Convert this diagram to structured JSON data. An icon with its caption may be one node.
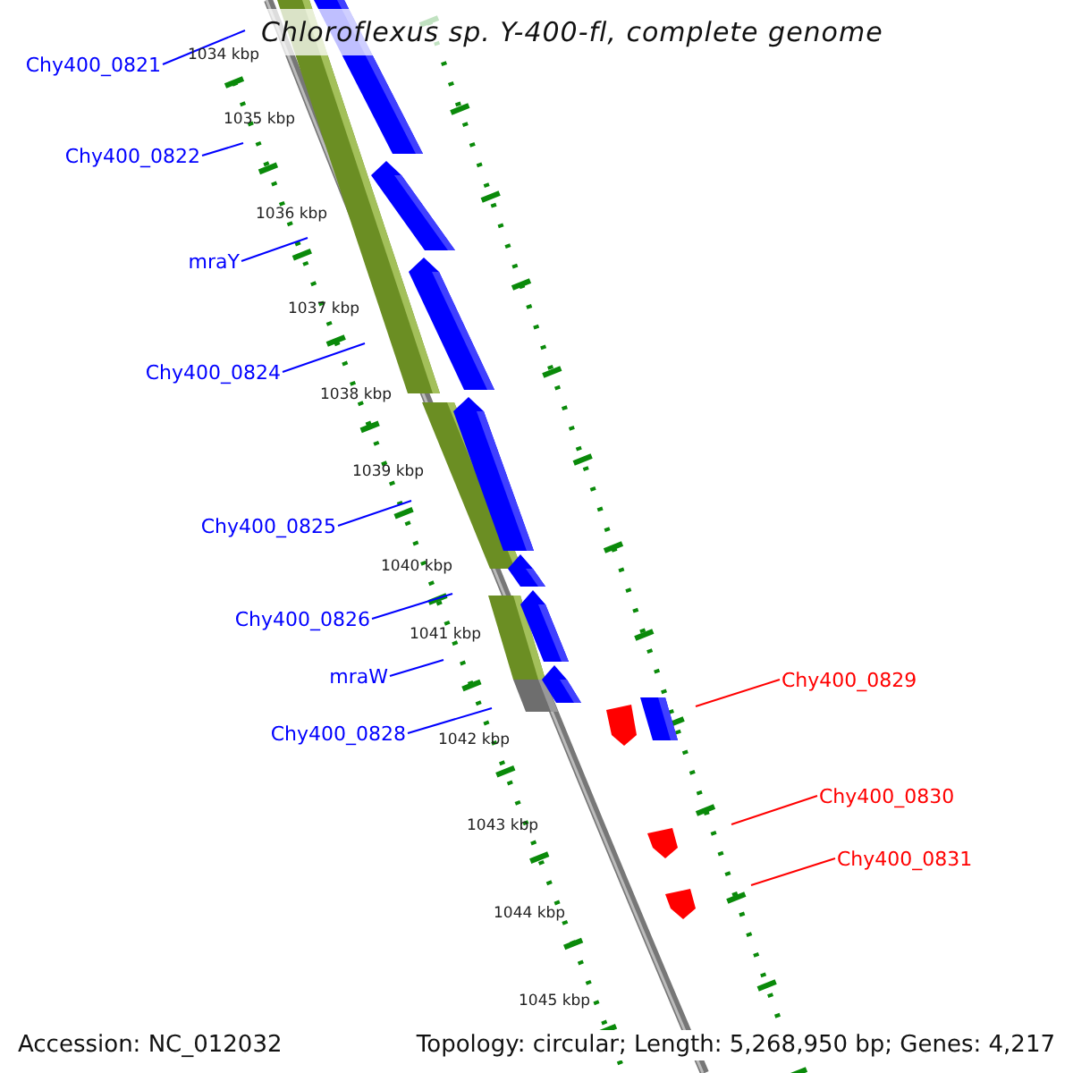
{
  "diagram": {
    "title": "Chloroflexus sp. Y-400-fl, complete genome",
    "nodes": [
      {
        "text": [
          "Chy400_0821"
        ]
      },
      {
        "text": [
          "Chy400_0822"
        ]
      },
      {
        "text": [
          "mraY"
        ]
      },
      {
        "text": [
          "Chy400_0824"
        ]
      },
      {
        "text": [
          "Chy400_0825"
        ]
      },
      {
        "text": [
          "Chy400_0826"
        ]
      },
      {
        "text": [
          "mraW"
        ]
      },
      {
        "text": [
          "Chy400_0828"
        ]
      },
      {
        "text": [
          "Chy400_0829"
        ]
      },
      {
        "text": [
          "Chy400_0830"
        ]
      },
      {
        "text": [
          "Chy400_0831"
        ]
      }
    ],
    "edges": [
      {
        "from": 0,
        "to": null,
        "arrow": "none"
      },
      {
        "from": 1,
        "to": null,
        "arrow": "none"
      },
      {
        "from": 2,
        "to": null,
        "arrow": "none"
      },
      {
        "from": 3,
        "to": null,
        "arrow": "none"
      },
      {
        "from": 4,
        "to": null,
        "arrow": "none"
      },
      {
        "from": 5,
        "to": null,
        "arrow": "none"
      },
      {
        "from": 6,
        "to": null,
        "arrow": "none"
      },
      {
        "from": 7,
        "to": null,
        "arrow": "none"
      },
      {
        "from": 8,
        "to": null,
        "arrow": "none",
        "color": "#ff0000"
      },
      {
        "from": 9,
        "to": null,
        "arrow": "none",
        "color": "#ff0000"
      },
      {
        "from": 10,
        "to": null,
        "arrow": "none",
        "color": "#ff0000"
      }
    ],
    "labels": [
      "1034 kbp",
      "1035 kbp",
      "1036 kbp",
      "1037 kbp",
      "1038 kbp",
      "1039 kbp",
      "1040 kbp",
      "1041 kbp",
      "1042 kbp",
      "1043 kbp",
      "1044 kbp",
      "1045 kbp",
      "Accession: NC_012032",
      "Topology: circular; Length: 5,268,950 bp; Genes: 4,217"
    ]
  }
}
